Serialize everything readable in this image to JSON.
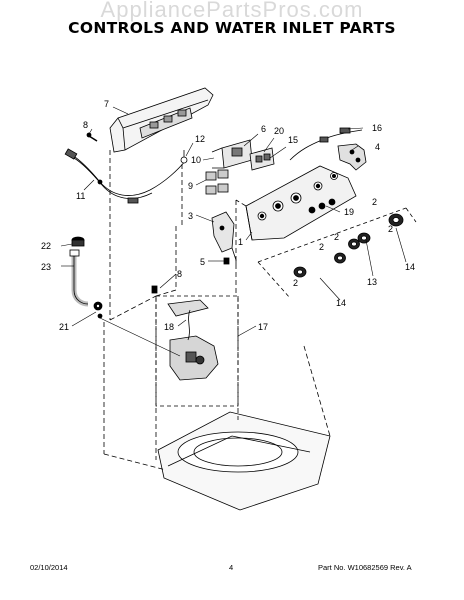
{
  "watermark": "AppliancePartsPros.com",
  "title": "CONTROLS AND WATER INLET PARTS",
  "callouts": {
    "c1": "1",
    "c2a": "2",
    "c2b": "2",
    "c2c": "2",
    "c2d": "2",
    "c2e": "2",
    "c3": "3",
    "c4": "4",
    "c5": "5",
    "c6": "6",
    "c7": "7",
    "c8a": "8",
    "c8b": "8",
    "c9": "9",
    "c10": "10",
    "c11": "11",
    "c12": "12",
    "c13": "13",
    "c14a": "14",
    "c14b": "14",
    "c15": "15",
    "c16": "16",
    "c17": "17",
    "c18": "18",
    "c19": "19",
    "c20": "20",
    "c21": "21",
    "c22": "22",
    "c23": "23"
  },
  "footer": {
    "date": "02/10/2014",
    "page": "4",
    "part_no": "Part No. W10682569 Rev. A"
  }
}
